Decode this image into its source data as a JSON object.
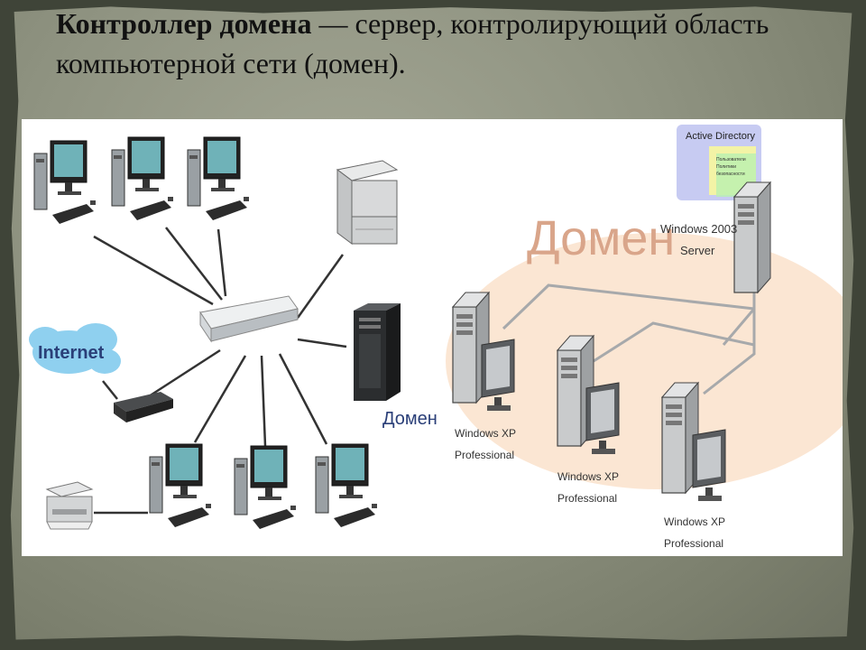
{
  "slide": {
    "title_bold": "Контроллер домена",
    "title_rest": " — сервер, контролирующий область компьютерной сети (домен)."
  },
  "left_diagram": {
    "internet_label": "Internet",
    "domain_label": "Домен"
  },
  "right_diagram": {
    "domain_title": "Домен",
    "active_directory_label": "Active Directory",
    "ad_sub_labels": [
      "Пользователи",
      "Политики",
      "безопасности"
    ],
    "server_label_line1": "Windows 2003",
    "server_label_line2": "Server",
    "workstations": [
      {
        "line1": "Windows XP",
        "line2": "Professional"
      },
      {
        "line1": "Windows XP",
        "line2": "Professional"
      },
      {
        "line1": "Windows XP",
        "line2": "Professional"
      }
    ]
  },
  "colors": {
    "background": "#3f4438",
    "paper": "#8f9381",
    "domain_ellipse": "#fbe6d3",
    "domain_title": "#d9a58a",
    "internet_cloud": "#8fd0ef",
    "active_directory_box": "#c7cbf2"
  }
}
